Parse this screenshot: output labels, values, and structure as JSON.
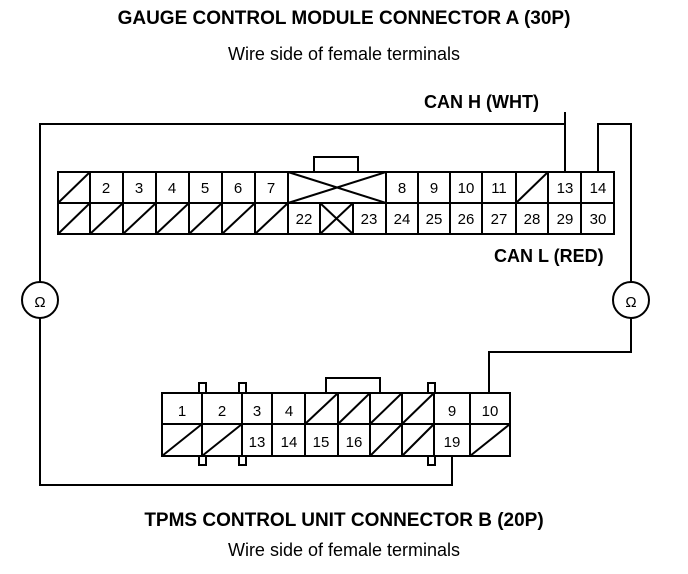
{
  "connector_a": {
    "title": "GAUGE CONTROL MODULE CONNECTOR A (30P)",
    "subtitle": "Wire side of female terminals",
    "row1": [
      "",
      "2",
      "3",
      "4",
      "5",
      "6",
      "7",
      "8",
      "9",
      "10",
      "11",
      "",
      "13",
      "14"
    ],
    "row2": [
      "",
      "",
      "",
      "",
      "",
      "",
      "",
      "22",
      "",
      "23",
      "24",
      "25",
      "26",
      "27",
      "28",
      "29",
      "30"
    ]
  },
  "connector_b": {
    "title": "TPMS CONTROL UNIT CONNECTOR B (20P)",
    "subtitle": "Wire side of female terminals",
    "row1": [
      "1",
      "2",
      "3",
      "4",
      "",
      "",
      "",
      "",
      "9",
      "10"
    ],
    "row2": [
      "",
      "",
      "13",
      "14",
      "15",
      "16",
      "",
      "",
      "19",
      ""
    ]
  },
  "wires": {
    "can_h": "CAN H (WHT)",
    "can_l": "CAN L (RED)"
  },
  "meters": {
    "left_symbol": "Ω",
    "right_symbol": "Ω"
  }
}
